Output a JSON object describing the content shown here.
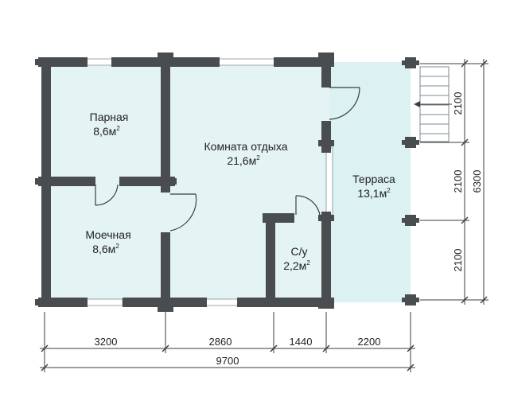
{
  "rooms": [
    {
      "name": "Парная",
      "area": "8,6м",
      "sup": "2"
    },
    {
      "name": "Комната отдыха",
      "area": "21,6м",
      "sup": "2"
    },
    {
      "name": "Моечная",
      "area": "8,6м",
      "sup": "2"
    },
    {
      "name": "С/у",
      "area": "2,2м",
      "sup": "2"
    },
    {
      "name": "Терраса",
      "area": "13,1м",
      "sup": "2"
    }
  ],
  "dimensions": {
    "bottom": [
      "3200",
      "2860",
      "1440",
      "2200"
    ],
    "total_width": "9700",
    "right": [
      "2100",
      "2100",
      "2100"
    ],
    "total_height": "6300"
  }
}
